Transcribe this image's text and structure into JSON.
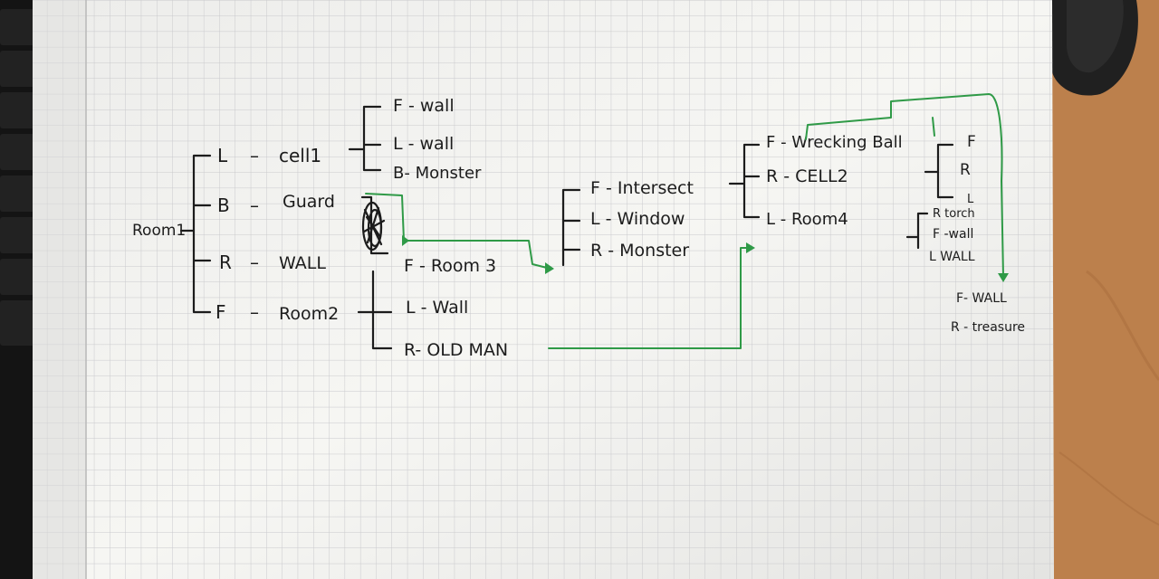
{
  "diagram": {
    "root": "Room1",
    "room1": {
      "l": "L",
      "dash": "–",
      "cell1": "cell1",
      "b": "B",
      "guard": "Guard",
      "r": "R",
      "wall": "WALL",
      "f": "F",
      "room2": "Room2"
    },
    "cell1_branches": [
      "F - wall",
      "L - wall",
      "B- Monster"
    ],
    "guard_branch": "F - Room 3",
    "room2_branches": [
      "L - Wall",
      "R- OLD MAN"
    ],
    "room3_branches": [
      "F - Intersect",
      "L - Window",
      "R - Monster"
    ],
    "intersect_branches": [
      "F - Wrecking Ball",
      "R - CELL2",
      "L - Room4"
    ],
    "cell2_branches": [
      "F",
      "R",
      "L"
    ],
    "room4_branches": [
      "R torch",
      "F -wall",
      "L WALL"
    ],
    "treasure_branches": [
      "F- WALL",
      "R - treasure"
    ]
  },
  "colors": {
    "ink": "#1c1c1c",
    "green": "#2f9a47",
    "paper": "#f4f4f1",
    "grid": "#c9c9cc",
    "desk": "#b67a46"
  }
}
